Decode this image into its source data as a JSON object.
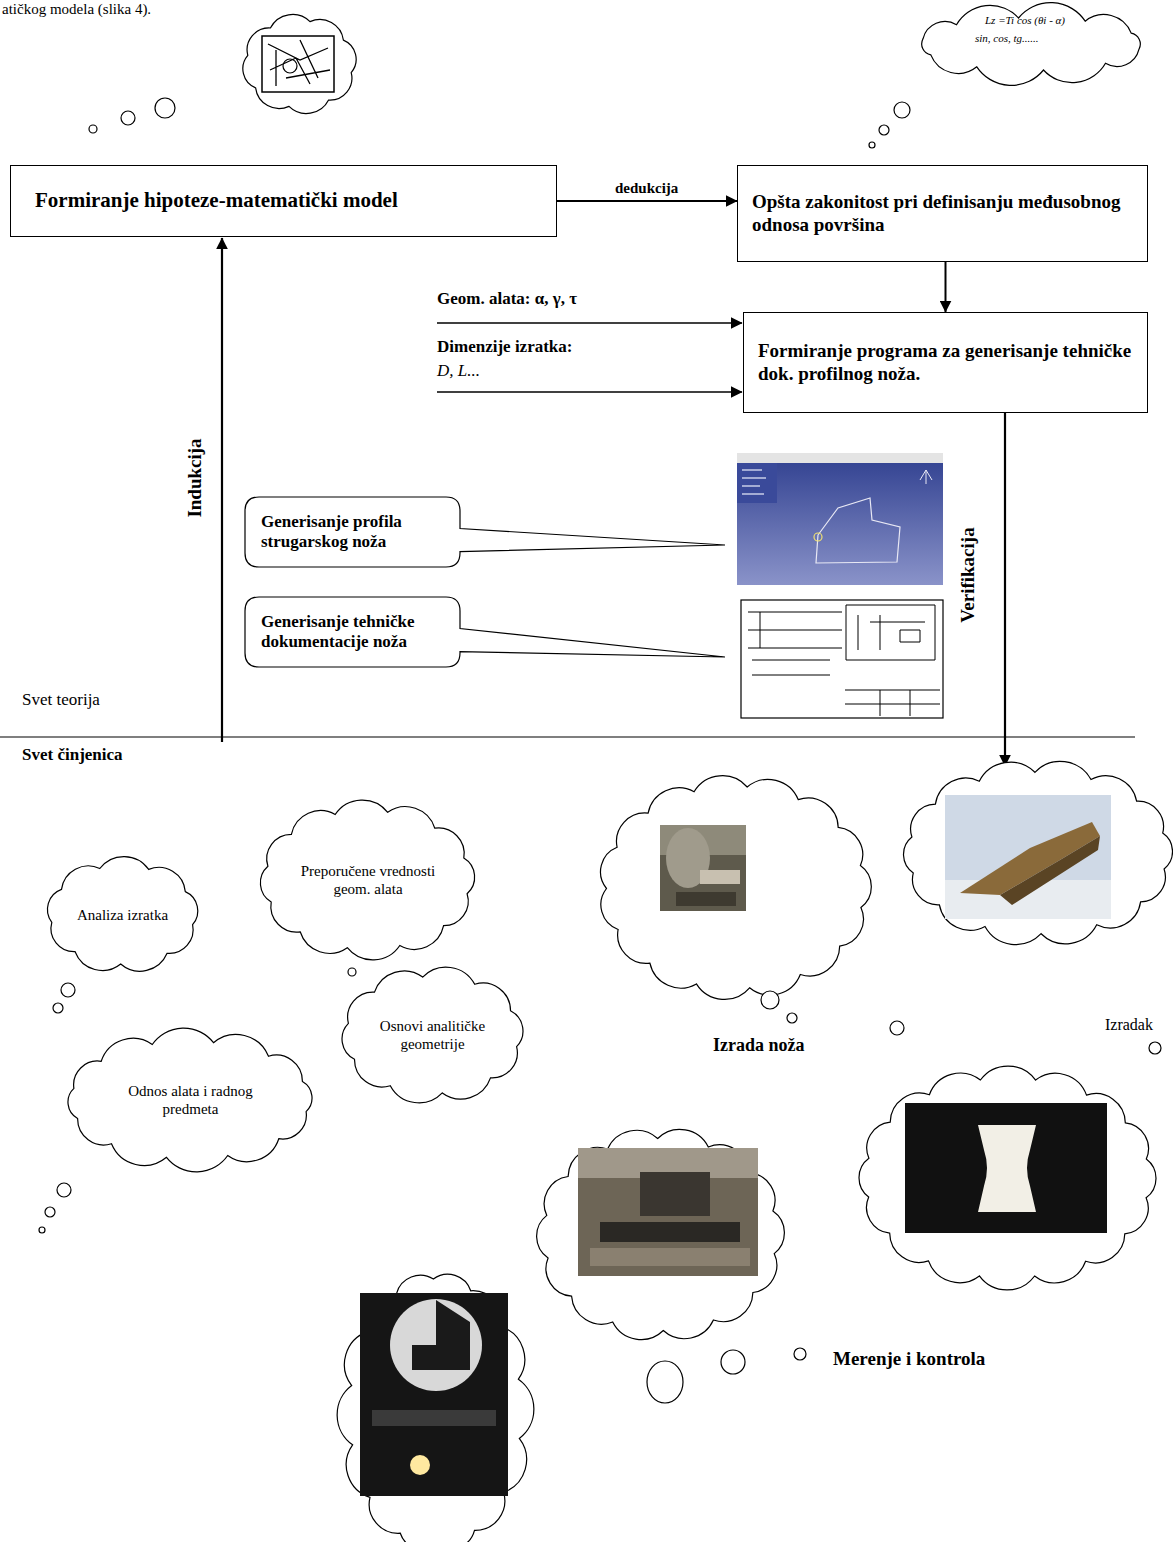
{
  "diagram": {
    "nodes": [
      {
        "text": [
          "Formiranje hipoteze-matematički model"
        ]
      },
      {
        "text": [
          "Opšta zakonitost pri definisanju međusobnog odnosa površina"
        ]
      },
      {
        "text": [
          "Formiranje programa za generisanje tehničke dok. profilnog noža."
        ]
      },
      {
        "text": [
          "Generisanje profila strugarskog noža"
        ]
      },
      {
        "text": [
          "Generisanje tehničke dokumentacije noža"
        ]
      },
      {
        "text": [
          "Analiza izratka"
        ]
      },
      {
        "text": [
          "Preporučene vrednosti geom. alata"
        ]
      },
      {
        "text": [
          "Osnovi analitičke geometrije"
        ]
      },
      {
        "text": [
          "Odnos alata i radnog predmeta"
        ]
      }
    ],
    "edges": [
      {
        "from": 0,
        "to": 1,
        "arrow": "to",
        "label": "dedukcija"
      },
      {
        "from": 1,
        "to": 2,
        "arrow": "to"
      }
    ],
    "labels": [
      "atičkog modela (slika 4).",
      "Lz =Ti cos (θi - α)",
      "sin, cos, tg......",
      "Geom. alata: α, γ, τ",
      "Dimenzije izratka:",
      "D, L...",
      "Indukcija",
      "Verifikacija",
      "Svet teorija",
      "Svet činjenica",
      "Izrada noža",
      "Izradak",
      "Merenje i kontrola"
    ]
  }
}
